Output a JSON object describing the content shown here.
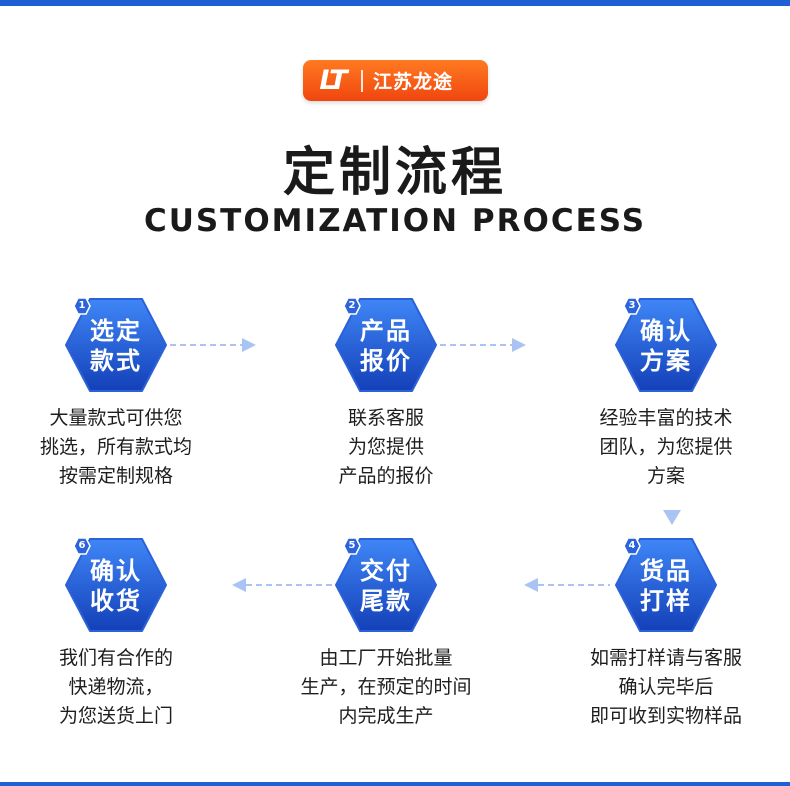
{
  "brand": {
    "mark": "LT",
    "name": "江苏龙途"
  },
  "title_cn": "定制流程",
  "title_en": "CUSTOMIZATION PROCESS",
  "colors": {
    "accent": "#1f5fd6",
    "hex_top": "#3d7cf2",
    "hex_bottom": "#1440b8",
    "logo": "#f25a14",
    "arrow": "#a9c4f2"
  },
  "steps": [
    {
      "num": "1",
      "lines": [
        "选定",
        "款式"
      ],
      "desc": [
        "大量款式可供您",
        "挑选，所有款式均",
        "按需定制规格"
      ]
    },
    {
      "num": "2",
      "lines": [
        "产品",
        "报价"
      ],
      "desc": [
        "联系客服",
        "为您提供",
        "产品的报价"
      ]
    },
    {
      "num": "3",
      "lines": [
        "确认",
        "方案"
      ],
      "desc": [
        "经验丰富的技术",
        "团队，为您提供",
        "方案"
      ]
    },
    {
      "num": "4",
      "lines": [
        "货品",
        "打样"
      ],
      "desc": [
        "如需打样请与客服",
        "确认完毕后",
        "即可收到实物样品"
      ]
    },
    {
      "num": "5",
      "lines": [
        "交付",
        "尾款"
      ],
      "desc": [
        "由工厂开始批量",
        "生产，在预定的时间",
        "内完成生产"
      ]
    },
    {
      "num": "6",
      "lines": [
        "确认",
        "收货"
      ],
      "desc": [
        "我们有合作的",
        "快递物流，",
        "为您送货上门"
      ]
    }
  ]
}
